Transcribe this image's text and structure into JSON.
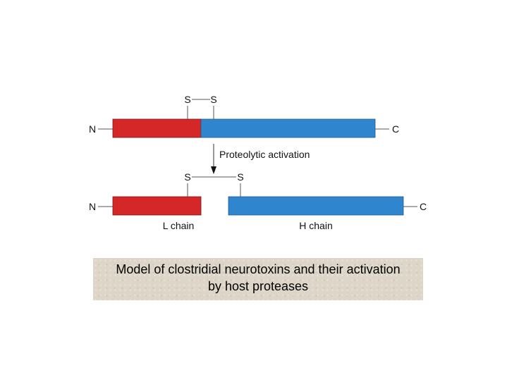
{
  "diagram": {
    "top": {
      "n_label": "N",
      "c_label": "C",
      "s_left": "S",
      "s_right": "S"
    },
    "arrow_label": "Proteolytic activation",
    "bottom": {
      "n_label": "N",
      "c_label": "C",
      "s_left": "S",
      "s_right": "S",
      "l_chain_label": "L chain",
      "h_chain_label": "H chain"
    }
  },
  "caption": {
    "line1": "Model of clostridial neurotoxins and their activation",
    "line2": "by host proteases"
  },
  "colors": {
    "l_chain": "#d62728",
    "h_chain": "#2f86cf",
    "caption_background": "#ddd6c8"
  }
}
